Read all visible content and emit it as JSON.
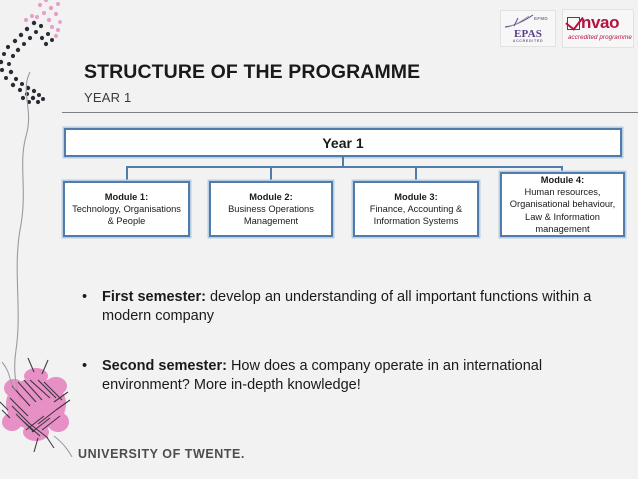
{
  "slide": {
    "background_color": "#f2f2f2",
    "title": "STRUCTURE OF THE PROGRAMME",
    "subtitle": "YEAR 1",
    "footer_logo": "UNIVERSITY OF TWENTE."
  },
  "logos": {
    "epas": {
      "mark_label": "EFMD",
      "word": "EPAS",
      "sub": "ACCREDITED",
      "color": "#5b3d8f"
    },
    "nvao": {
      "word": "nvao",
      "sub": "accredited programme",
      "color": "#b5123e"
    }
  },
  "chart_data": {
    "type": "diagram",
    "title": "Year 1",
    "root": {
      "label": "Year 1"
    },
    "nodes": [
      {
        "id": "module-1",
        "head": "Module 1:",
        "lines": [
          "Technology, Organisations",
          "& People"
        ]
      },
      {
        "id": "module-2",
        "head": "Module 2:",
        "lines": [
          "Business Operations",
          "Management"
        ]
      },
      {
        "id": "module-3",
        "head": "Module 3:",
        "lines": [
          "Finance, Accounting &",
          "Information Systems"
        ]
      },
      {
        "id": "module-4",
        "head": "Module 4:",
        "lines": [
          "Human resources,",
          "Organisational behaviour,",
          "Law & Information",
          "management"
        ]
      }
    ],
    "border_color": "#4f7cab",
    "node_fill": "#ffffff"
  },
  "bullets": [
    {
      "marker": "•",
      "lead": "First semester:",
      "text": " develop an understanding of all important functions within a modern company"
    },
    {
      "marker": "•",
      "lead": "Second semester:",
      "text": " How does a company operate in an international environment? More in-depth knowledge!"
    }
  ]
}
